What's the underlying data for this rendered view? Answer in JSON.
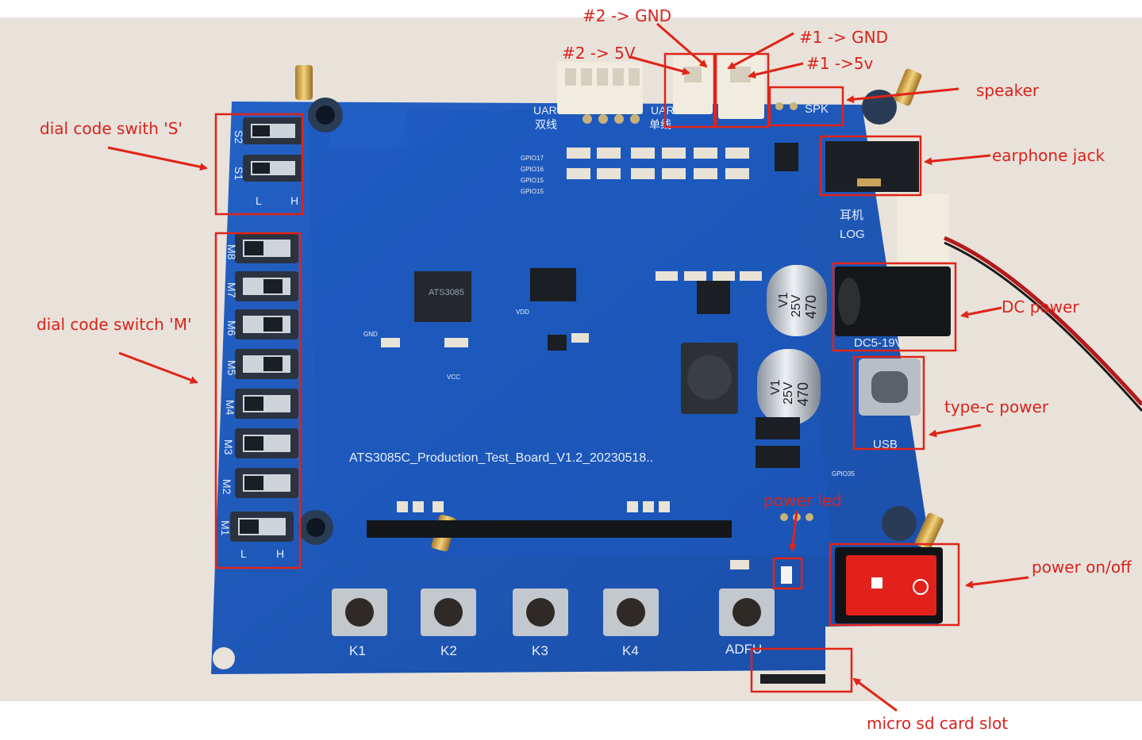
{
  "colors": {
    "annotation": "#e02418",
    "pcb": "#1d55b8",
    "silkscreen": "#e6eef8",
    "table": "#e8e2da",
    "background": "#ffffff"
  },
  "annotations": {
    "gnd2": "#2 -> GND",
    "v5_2": "#2 -> 5V",
    "gnd1": "#1 -> GND",
    "v5_1": "#1 ->5v",
    "speaker": "speaker",
    "earphone": "earphone jack",
    "dial_s": "dial code swith 'S'",
    "dial_m": "dial code switch  'M'",
    "dc_power": "DC power",
    "typec": "type-c power",
    "power_led": "power led",
    "power_onoff": "power on/off",
    "microsd": "micro sd card slot"
  },
  "board": {
    "name": "ATS3085C_Production_Test_Board_V1.2_20230518..",
    "chip": "ATS3085",
    "spk": "SPK",
    "earphone_cn": "耳机",
    "log": "LOG",
    "uart1": "UAR",
    "uart1_cn": "双线",
    "uart2": "UAR",
    "uart2_cn": "单线",
    "dc": "DC5-19V",
    "usb": "USB",
    "gpio": [
      "GPIO17",
      "GPIO16",
      "GPIO15",
      "GPIO15"
    ],
    "gpio35": "GPIO35",
    "cap": [
      "470",
      "25V",
      "V1"
    ],
    "s_switches": [
      "S2",
      "S1"
    ],
    "m_switches": [
      "M8",
      "M7",
      "M6",
      "M5",
      "M4",
      "M3",
      "M2",
      "M1"
    ],
    "lh": [
      "L",
      "H"
    ],
    "buttons": [
      "K1",
      "K2",
      "K3",
      "K4",
      "ADFU"
    ],
    "gnd": "GND",
    "vdd": "VDD",
    "vcc": "VCC"
  }
}
